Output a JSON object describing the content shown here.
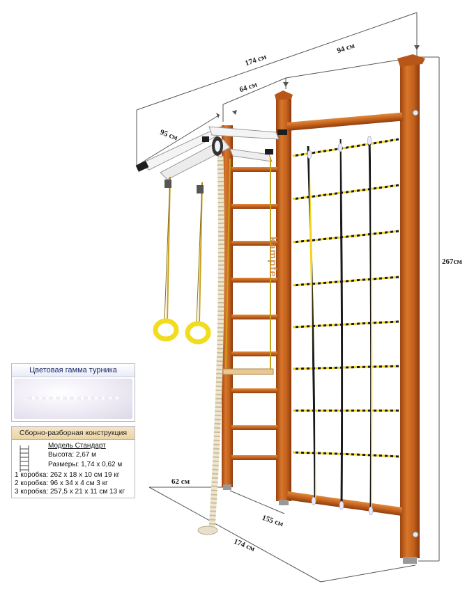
{
  "dimensions": {
    "width_top": "174 см",
    "segment_right": "94 см",
    "segment_mid": "64 см",
    "depth_top": "95 см",
    "height": "267см",
    "depth_bottom": "62 см",
    "bottom_mid": "155 см",
    "width_bottom": "174 см"
  },
  "brand": "kampfer",
  "color_panel": {
    "title": "Цветовая гамма турника"
  },
  "spec_panel": {
    "title": "Сборно-разборная конструкция",
    "model": "Модель Стандарт",
    "height": "Высота: 2,67 м",
    "size": "Размеры: 1,74 x 0,62 м",
    "box1": "1 коробка: 262 x 18 x 10 см 19 кг",
    "box2": "2 коробка: 96 x 34 x 4 см 3 кг",
    "box3": "3 коробка: 257,5 x 21 x 11 см 13 кг"
  },
  "colors": {
    "wood": "#c8641c",
    "wood_dark": "#8a3d0c",
    "rope_yellow": "#f2d21a",
    "ring": "#f1dc1e",
    "bar_white": "#f4f4f4"
  }
}
